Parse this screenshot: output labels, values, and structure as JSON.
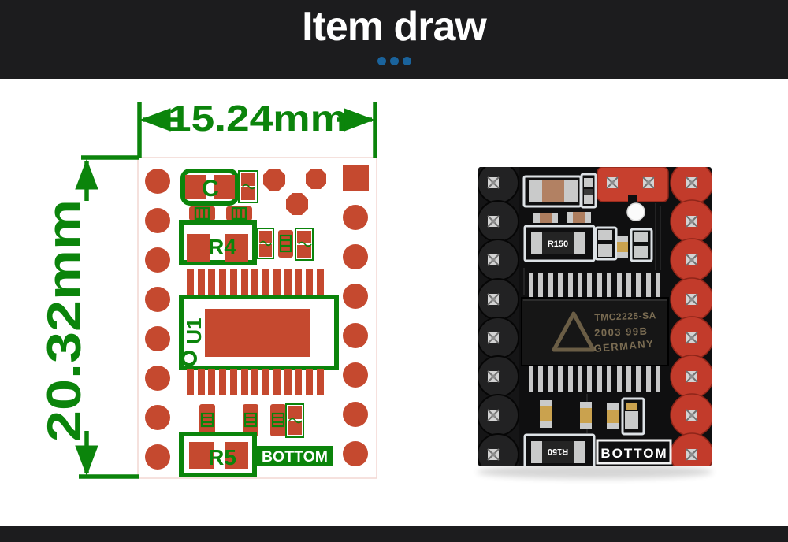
{
  "header": {
    "title": "Item draw",
    "accent_dots_color": "#1a639c",
    "bar_color": "#1c1c1e"
  },
  "drawing": {
    "width_label": "15.24mm",
    "height_label": "20.32mm",
    "cap_label": "C",
    "r4_label": "R4",
    "u1_label": "U1",
    "r5_label": "R5",
    "bottom_label": "BOTTOM",
    "silk_color": "#0b840b",
    "pad_color": "#c5492f"
  },
  "photo": {
    "chip_line1": "TMC2225-SA",
    "chip_line2": "2003 99B",
    "chip_line3": "GERMANY",
    "top_resistor_label": "R150",
    "bottom_resistor_label": "R150",
    "bottom_silk_label": "BOTTOM",
    "board_color": "#0f0f10",
    "header_red": "#c23b2b"
  }
}
